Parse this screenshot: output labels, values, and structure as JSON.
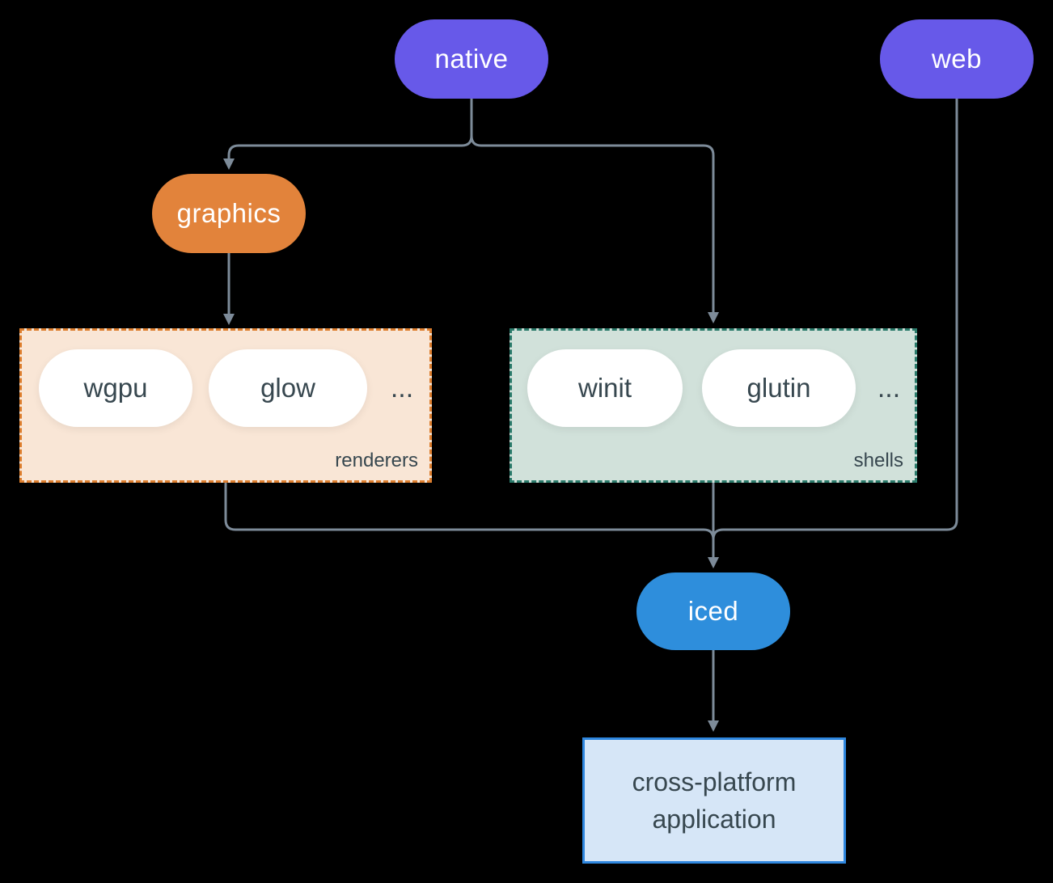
{
  "diagram": {
    "background": "#000000",
    "connector_color": "#7d8b99",
    "nodes": {
      "native": {
        "label": "native",
        "fill": "#6759e9",
        "text_color": "#ffffff"
      },
      "web": {
        "label": "web",
        "fill": "#6759e9",
        "text_color": "#ffffff"
      },
      "graphics": {
        "label": "graphics",
        "fill": "#e2833b",
        "text_color": "#ffffff"
      },
      "iced": {
        "label": "iced",
        "fill": "#2e8edc",
        "text_color": "#ffffff"
      }
    },
    "groups": {
      "renderers": {
        "label": "renderers",
        "fill": "#f9e6d6",
        "border_color": "#dd7e2e",
        "items": [
          {
            "label": "wgpu"
          },
          {
            "label": "glow"
          }
        ],
        "ellipsis": "..."
      },
      "shells": {
        "label": "shells",
        "fill": "#d1e1da",
        "border_color": "#2a7a6a",
        "items": [
          {
            "label": "winit"
          },
          {
            "label": "glutin"
          }
        ],
        "ellipsis": "..."
      }
    },
    "application": {
      "label_line1": "cross-platform",
      "label_line2": "application",
      "fill": "#d6e6f7",
      "border_color": "#2e86de",
      "text_color": "#37474f"
    },
    "edges": [
      {
        "from": "native",
        "to": "graphics"
      },
      {
        "from": "native",
        "to": "shells"
      },
      {
        "from": "graphics",
        "to": "renderers"
      },
      {
        "from": "renderers",
        "to": "iced"
      },
      {
        "from": "shells",
        "to": "iced"
      },
      {
        "from": "web",
        "to": "iced"
      },
      {
        "from": "iced",
        "to": "application"
      }
    ]
  }
}
